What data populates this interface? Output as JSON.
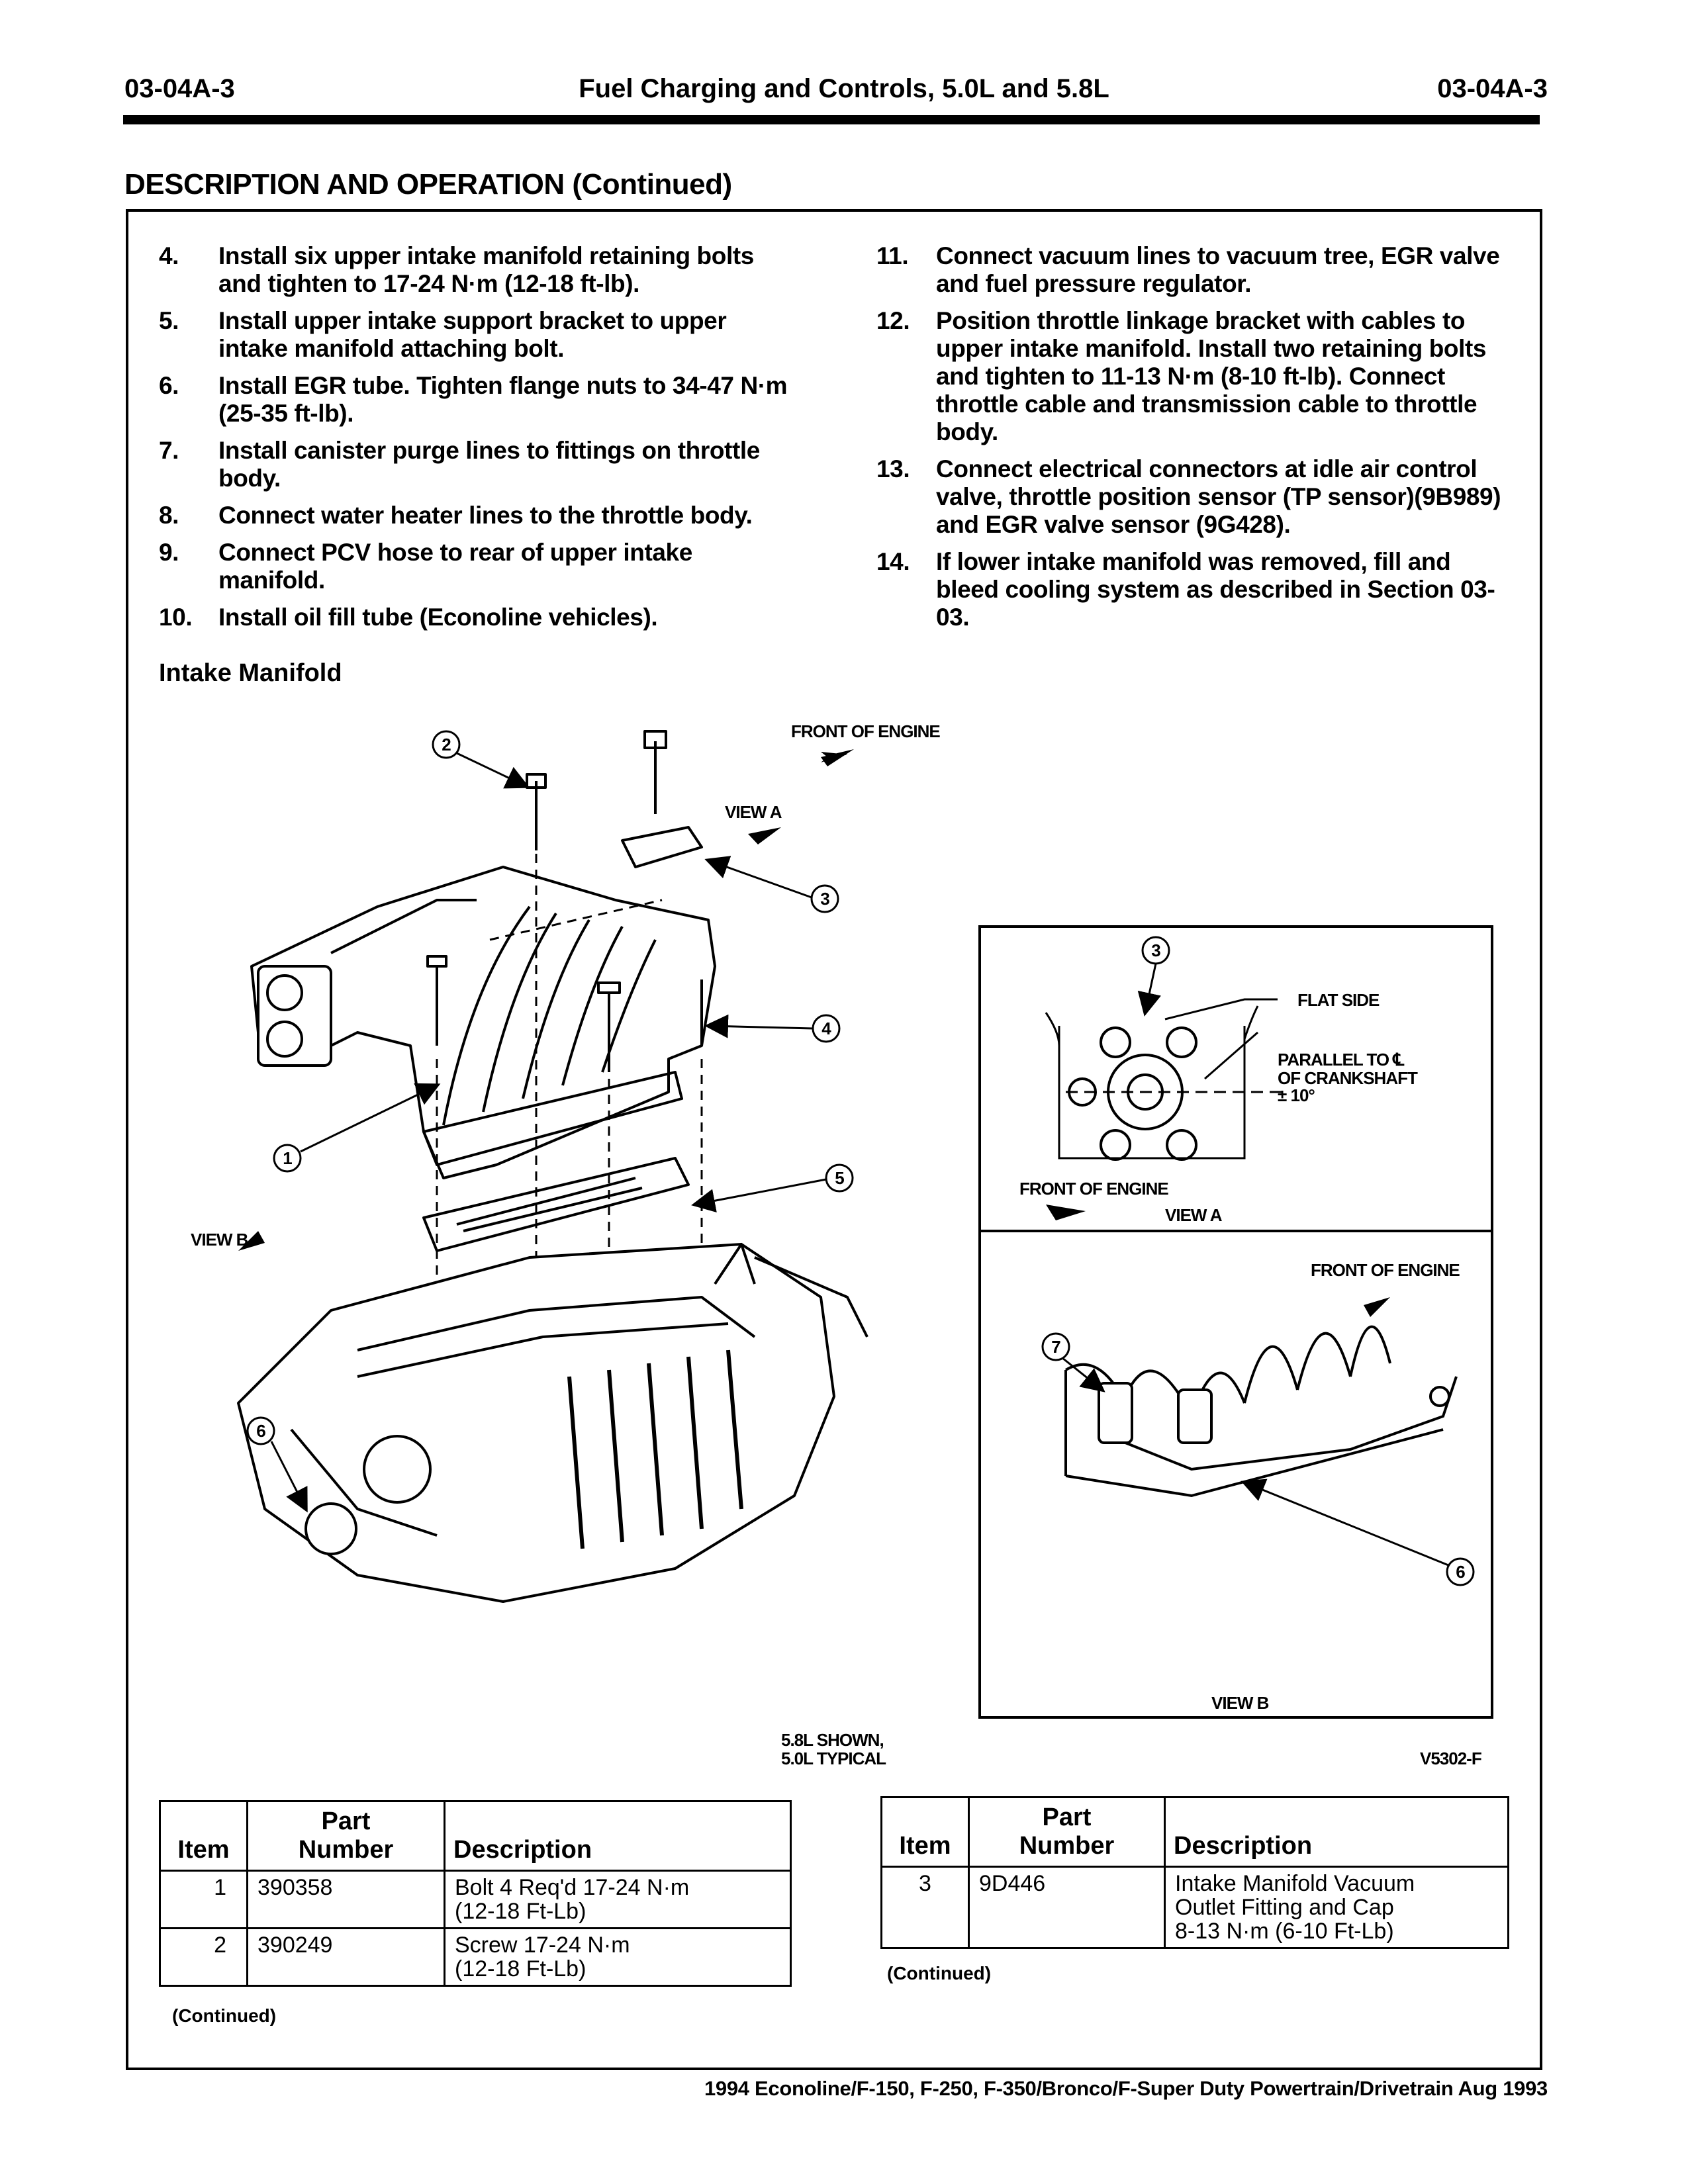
{
  "header": {
    "left": "03-04A-3",
    "center": "Fuel Charging and Controls, 5.0L and 5.8L",
    "right": "03-04A-3"
  },
  "section_title": "DESCRIPTION AND OPERATION (Continued)",
  "steps_left": [
    {
      "num": "4.",
      "text": "Install six upper intake manifold retaining bolts and tighten to 17-24 N·m (12-18 ft-lb)."
    },
    {
      "num": "5.",
      "text": "Install upper intake support bracket to upper intake manifold attaching bolt."
    },
    {
      "num": "6.",
      "text": "Install EGR tube. Tighten flange nuts to 34-47 N·m (25-35 ft-lb)."
    },
    {
      "num": "7.",
      "text": "Install canister purge lines to fittings on throttle body."
    },
    {
      "num": "8.",
      "text": "Connect water heater lines to the throttle body."
    },
    {
      "num": "9.",
      "text": "Connect PCV hose to rear of upper intake manifold."
    },
    {
      "num": "10.",
      "text": "Install oil fill tube (Econoline vehicles)."
    }
  ],
  "steps_right": [
    {
      "num": "11.",
      "text": "Connect vacuum lines to vacuum tree, EGR valve and fuel pressure regulator."
    },
    {
      "num": "12.",
      "text": "Position throttle linkage bracket with cables to upper intake manifold. Install two retaining bolts and tighten to 11-13 N·m (8-10 ft-lb). Connect throttle cable and transmission cable to throttle body."
    },
    {
      "num": "13.",
      "text": "Connect electrical connectors at idle air control valve, throttle position sensor (TP sensor)(9B989) and EGR valve sensor (9G428)."
    },
    {
      "num": "14.",
      "text": "If lower intake manifold was removed, fill and bleed cooling system as described in Section 03-03."
    }
  ],
  "figure": {
    "subheading": "Intake Manifold",
    "front_of_engine": "FRONT OF ENGINE",
    "view_a": "VIEW A",
    "view_b": "VIEW B",
    "shown_line1": "5.8L SHOWN,",
    "shown_line2": "5.0L TYPICAL",
    "code": "V5302-F",
    "flat_side": "FLAT SIDE",
    "parallel_line1": "PARALLEL TO ℄",
    "parallel_line2": "OF CRANKSHAFT",
    "parallel_line3": "± 10°",
    "callouts": {
      "c1": "1",
      "c2": "2",
      "c3": "3",
      "c4": "4",
      "c5": "5",
      "c6": "6",
      "c7": "7"
    }
  },
  "table_headers": {
    "item": "Item",
    "part_line1": "Part",
    "part_line2": "Number",
    "description": "Description"
  },
  "table_left": [
    {
      "item": "1",
      "part": "390358",
      "desc_line1": "Bolt 4 Req'd 17-24 N·m",
      "desc_line2": "(12-18 Ft-Lb)",
      "desc_line3": ""
    },
    {
      "item": "2",
      "part": "390249",
      "desc_line1": "Screw 17-24 N·m",
      "desc_line2": "(12-18 Ft-Lb)",
      "desc_line3": ""
    }
  ],
  "table_right": [
    {
      "item": "3",
      "part": "9D446",
      "desc_line1": "Intake Manifold Vacuum",
      "desc_line2": "Outlet Fitting and Cap",
      "desc_line3": "8-13 N·m (6-10 Ft-Lb)"
    }
  ],
  "continued": "(Continued)",
  "footer": "1994 Econoline/F-150, F-250, F-350/Bronco/F-Super Duty Powertrain/Drivetrain Aug 1993"
}
